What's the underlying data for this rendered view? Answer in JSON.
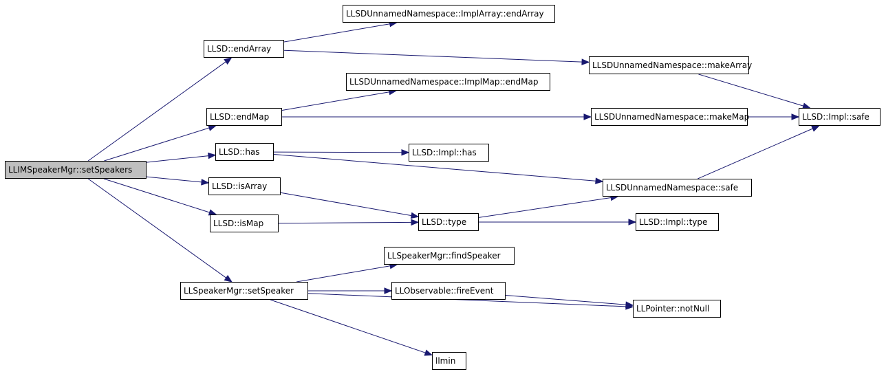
{
  "root": {
    "id": "n0",
    "label": "LLIMSpeakerMgr::setSpeakers"
  },
  "nodes": [
    {
      "id": "n1",
      "label": "LLSD::endArray"
    },
    {
      "id": "n2",
      "label": "LLSDUnnamedNamespace::ImplArray::endArray"
    },
    {
      "id": "n3",
      "label": "LLSDUnnamedNamespace::makeArray"
    },
    {
      "id": "n4",
      "label": "LLSDUnnamedNamespace::ImplMap::endMap"
    },
    {
      "id": "n5",
      "label": "LLSD::endMap"
    },
    {
      "id": "n6",
      "label": "LLSDUnnamedNamespace::makeMap"
    },
    {
      "id": "n7",
      "label": "LLSD::Impl::safe"
    },
    {
      "id": "n8",
      "label": "LLSD::has"
    },
    {
      "id": "n9",
      "label": "LLSD::Impl::has"
    },
    {
      "id": "n10",
      "label": "LLSD::isArray"
    },
    {
      "id": "n11",
      "label": "LLSDUnnamedNamespace::safe"
    },
    {
      "id": "n12",
      "label": "LLSD::isMap"
    },
    {
      "id": "n13",
      "label": "LLSD::type"
    },
    {
      "id": "n14",
      "label": "LLSD::Impl::type"
    },
    {
      "id": "n15",
      "label": "LLSpeakerMgr::findSpeaker"
    },
    {
      "id": "n16",
      "label": "LLSpeakerMgr::setSpeaker"
    },
    {
      "id": "n17",
      "label": "LLObservable::fireEvent"
    },
    {
      "id": "n18",
      "label": "LLPointer::notNull"
    },
    {
      "id": "n19",
      "label": "llmin"
    }
  ],
  "edges": [
    [
      "n0",
      "n1"
    ],
    [
      "n0",
      "n5"
    ],
    [
      "n0",
      "n8"
    ],
    [
      "n0",
      "n10"
    ],
    [
      "n0",
      "n12"
    ],
    [
      "n0",
      "n16"
    ],
    [
      "n1",
      "n2"
    ],
    [
      "n1",
      "n3"
    ],
    [
      "n3",
      "n7"
    ],
    [
      "n5",
      "n4"
    ],
    [
      "n5",
      "n6"
    ],
    [
      "n6",
      "n7"
    ],
    [
      "n8",
      "n9"
    ],
    [
      "n8",
      "n11"
    ],
    [
      "n11",
      "n7"
    ],
    [
      "n10",
      "n13"
    ],
    [
      "n12",
      "n13"
    ],
    [
      "n13",
      "n11"
    ],
    [
      "n13",
      "n14"
    ],
    [
      "n16",
      "n15"
    ],
    [
      "n16",
      "n17"
    ],
    [
      "n16",
      "n18"
    ],
    [
      "n16",
      "n19"
    ],
    [
      "n17",
      "n18"
    ]
  ],
  "colors": {
    "edge": "#191970",
    "root_fill": "#bfbfbf",
    "node_fill": "#ffffff",
    "node_border": "#000000"
  }
}
